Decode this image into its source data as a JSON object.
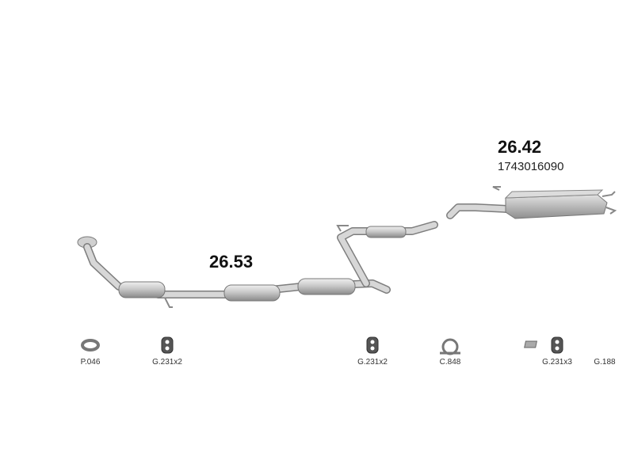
{
  "parts": [
    {
      "part_number": "26.53",
      "oem": ""
    },
    {
      "part_number": "26.42",
      "oem": "1743016090"
    }
  ],
  "accessories": [
    {
      "code": "P.046",
      "icon": "gasket-ring-icon"
    },
    {
      "code": "G.231x2",
      "icon": "rubber-hanger-icon"
    },
    {
      "code": "G.231x2",
      "icon": "rubber-hanger-icon"
    },
    {
      "code": "C.848",
      "icon": "clamp-icon"
    },
    {
      "code": "G.231x3",
      "icon": "rubber-hanger-icon"
    },
    {
      "code": "G.188",
      "icon": "bracket-icon"
    }
  ],
  "colors": {
    "pipe_light": "#d6d6d6",
    "pipe_dark": "#8c8c8c",
    "text": "#111111"
  }
}
